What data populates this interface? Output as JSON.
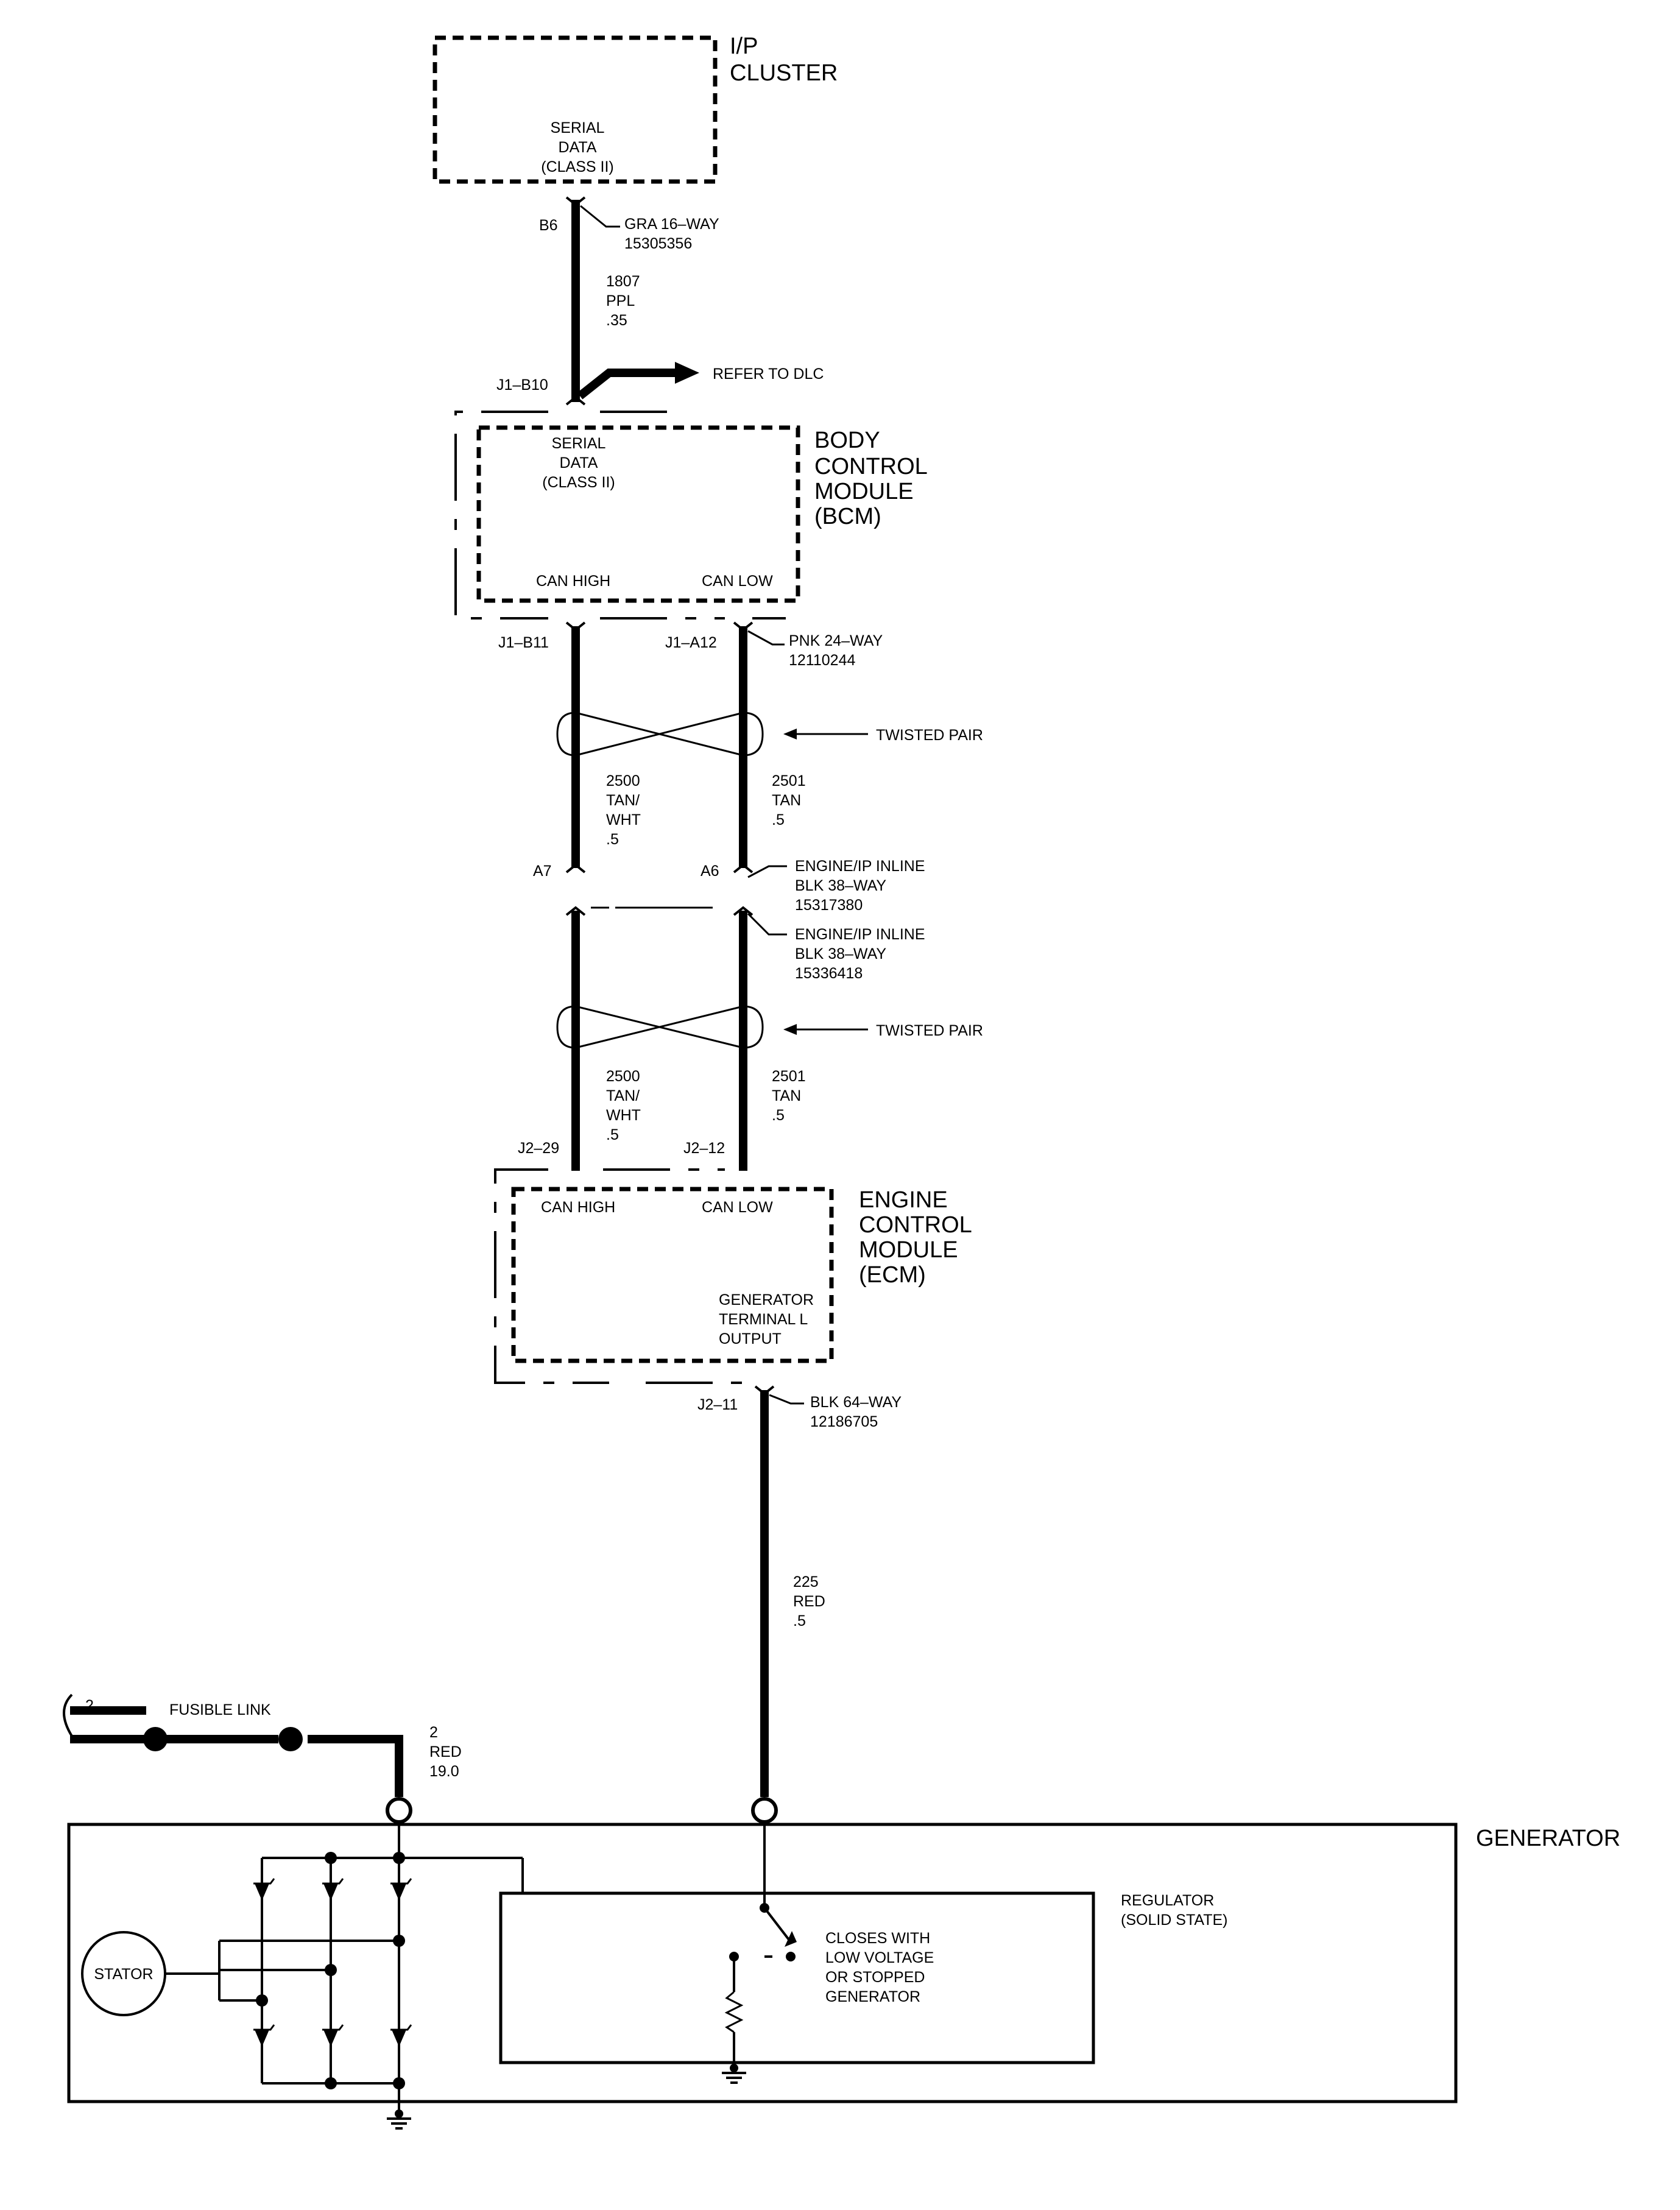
{
  "ip_cluster": {
    "title": [
      "I/P",
      "CLUSTER"
    ],
    "serial": [
      "SERIAL",
      "DATA",
      "(CLASS II)"
    ]
  },
  "conn_b6": {
    "pin": "B6",
    "desc": [
      "GRA 16–WAY",
      "15305356"
    ]
  },
  "wire_1807": [
    "1807",
    "PPL",
    ".35"
  ],
  "refer_dlc": "REFER TO DLC",
  "pin_j1b10": "J1–B10",
  "bcm": {
    "title": [
      "BODY",
      "CONTROL",
      "MODULE",
      "(BCM)"
    ],
    "serial": [
      "SERIAL",
      "DATA",
      "(CLASS II)"
    ],
    "can_high": "CAN HIGH",
    "can_low": "CAN LOW"
  },
  "conn_bcm_low": {
    "pin_left": "J1–B11",
    "pin_right": "J1–A12",
    "desc": [
      "PNK 24–WAY",
      "12110244"
    ]
  },
  "twisted_pair": "TWISTED PAIR",
  "wire_2500": [
    "2500",
    "TAN/",
    "WHT",
    ".5"
  ],
  "wire_2501": [
    "2501",
    "TAN",
    ".5"
  ],
  "inline": {
    "pin_left": "A7",
    "pin_right": "A6",
    "desc_upper": [
      "ENGINE/IP INLINE",
      "BLK 38–WAY",
      "15317380"
    ],
    "desc_lower": [
      "ENGINE/IP INLINE",
      "BLK 38–WAY",
      "15336418"
    ]
  },
  "conn_ecm_top": {
    "pin_left": "J2–29",
    "pin_right": "J2–12"
  },
  "ecm": {
    "title": [
      "ENGINE",
      "CONTROL",
      "MODULE",
      "(ECM)"
    ],
    "can_high": "CAN HIGH",
    "can_low": "CAN LOW",
    "gen_output": [
      "GENERATOR",
      "TERMINAL L",
      "OUTPUT"
    ]
  },
  "conn_ecm_bottom": {
    "pin": "J2–11",
    "desc": [
      "BLK 64–WAY",
      "12186705"
    ]
  },
  "wire_225": [
    "225",
    "RED",
    ".5"
  ],
  "fusible": {
    "num": "2",
    "label": "FUSIBLE LINK"
  },
  "wire_2red": [
    "2",
    "RED",
    "19.0"
  ],
  "generator": {
    "title": "GENERATOR",
    "regulator": [
      "REGULATOR",
      "(SOLID STATE)"
    ],
    "closes": [
      "CLOSES WITH",
      "LOW VOLTAGE",
      "OR STOPPED",
      "GENERATOR"
    ],
    "stator": "STATOR"
  }
}
